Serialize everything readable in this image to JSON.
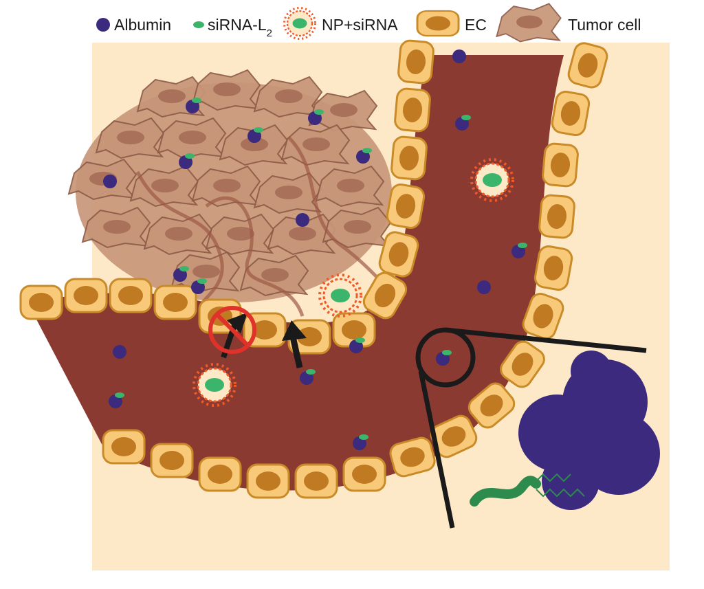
{
  "legend": {
    "albumin": "Albumin",
    "sirna_prefix": "siRNA-L",
    "sirna_sub": "2",
    "np_sirna": "NP+siRNA",
    "ec": "EC",
    "tumor_cell": "Tumor cell"
  },
  "colors": {
    "tissue_background": "#fde8c8",
    "vessel_lumen": "#8b3a32",
    "endothelial_cell": "#f9c97a",
    "endothelial_outline": "#c98a28",
    "endothelial_nucleus": "#c07a22",
    "tumor_cell": "#c79577",
    "tumor_nucleus": "#a9705a",
    "albumin": "#3b2a7d",
    "sirna": "#3cb56c",
    "nanoparticle_corona": "#f05a28",
    "blocked_sign": "#e0322b",
    "arrow": "#1a1a1a"
  },
  "icons": [
    "albumin-icon",
    "sirna-icon",
    "nanoparticle-icon",
    "endothelial-cell-icon",
    "tumor-cell-icon",
    "blocked-icon",
    "transport-arrow-icon",
    "magnifier-icon"
  ]
}
